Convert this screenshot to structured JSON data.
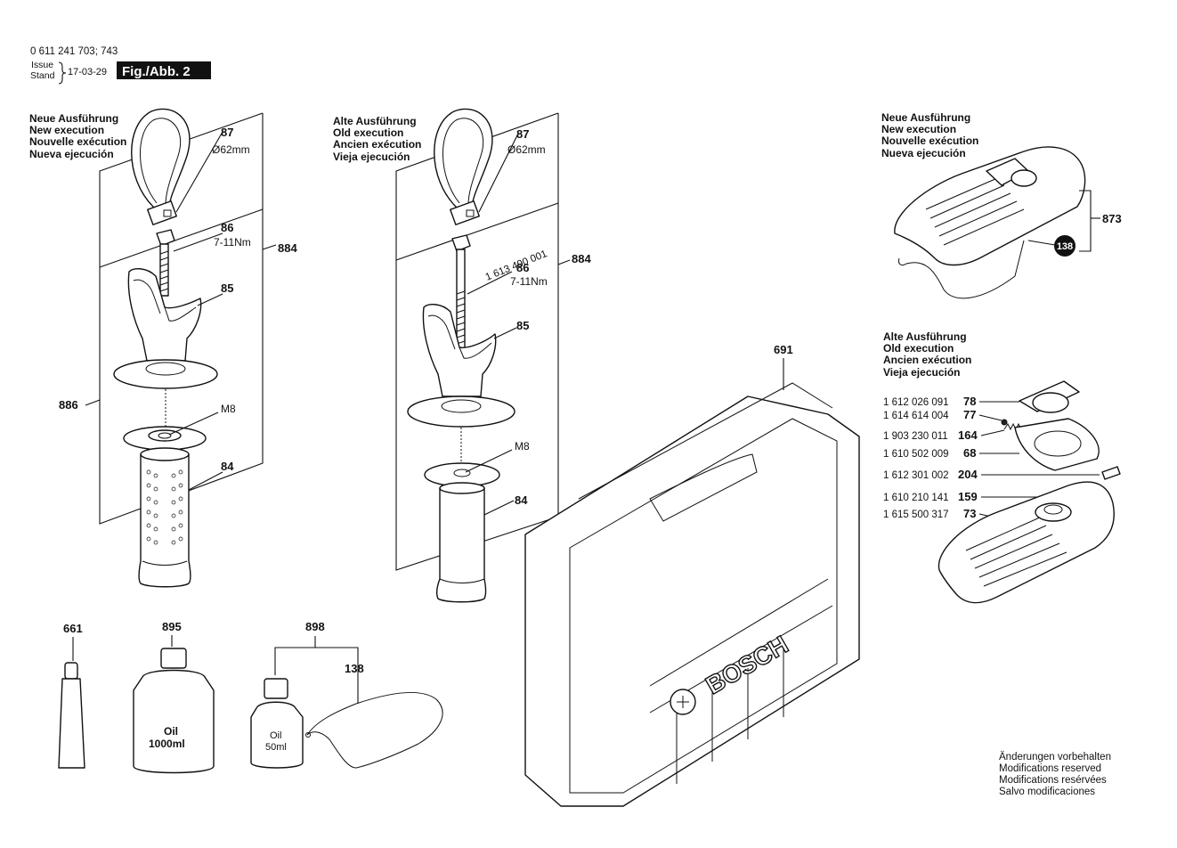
{
  "header": {
    "doc_number": "0 611 241 703; 743",
    "issue_label": "Issue",
    "stand_label": "Stand",
    "date": "17-03-29",
    "fig_label": "Fig./Abb. 2"
  },
  "sections": {
    "new_execution": [
      "Neue Ausführung",
      "New execution",
      "Nouvelle exécution",
      "Nueva ejecución"
    ],
    "old_execution": [
      "Alte Ausführung",
      "Old execution",
      "Ancien exécution",
      "Vieja ejecución"
    ]
  },
  "left_handle": {
    "n87": "87",
    "d62": "Ø62mm",
    "n86": "86",
    "torque": "7-11Nm",
    "n884": "884",
    "n85": "85",
    "n886": "886",
    "m8": "M8",
    "n84": "84"
  },
  "mid_handle": {
    "n87": "87",
    "d62": "Ø62mm",
    "pn": "1 613 490 001",
    "n86": "86",
    "torque": "7-11Nm",
    "n884": "884",
    "n85": "85",
    "m8": "M8",
    "n84": "84"
  },
  "cover_new": {
    "n873": "873",
    "n138": "138"
  },
  "cover_old_parts": [
    {
      "pn": "1 612 026 091",
      "num": "78"
    },
    {
      "pn": "1 614 614 004",
      "num": "77"
    },
    {
      "pn": "1 903 230 011",
      "num": "164"
    },
    {
      "pn": "1 610 502 009",
      "num": "68"
    },
    {
      "pn": "1 612 301 002",
      "num": "204"
    },
    {
      "pn": "1 610 210 141",
      "num": "159"
    },
    {
      "pn": "1 615 500 317",
      "num": "73"
    }
  ],
  "case": {
    "num": "691",
    "brand": "BOSCH"
  },
  "accessories": {
    "n661": "661",
    "n895": "895",
    "n898": "898",
    "n138": "138",
    "oil_big": "Oil",
    "oil_big_vol": "1000ml",
    "oil_small": "Oil",
    "oil_small_vol": "50ml"
  },
  "footer": [
    "Änderungen vorbehalten",
    "Modifications reserved",
    "Modifications resérvées",
    "Salvo modificaciones"
  ]
}
